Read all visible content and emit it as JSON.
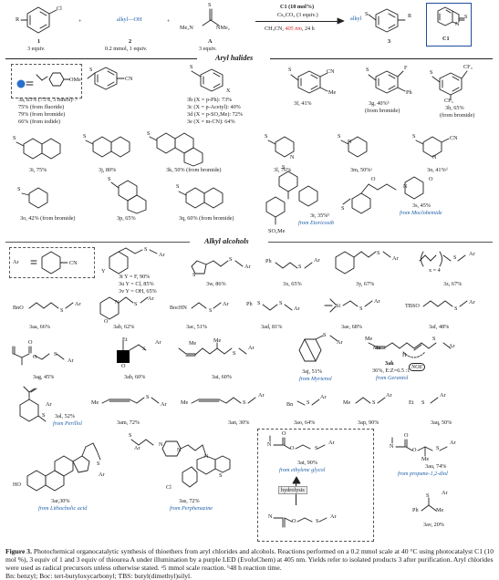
{
  "scheme": {
    "reactant1_num": "1",
    "reactant1_equiv": "3 equiv.",
    "reactant1_cl": "Cl",
    "reactant1_r": "R",
    "plus1": "+",
    "reactant2_text": "alkyl—OH",
    "reactant2_num": "2",
    "reactant2_amount": "0.2 mmol, 1 equiv.",
    "plus2": "+",
    "reactantA_num": "A",
    "reactantA_equiv": "3 equiv.",
    "reactantA_s": "S",
    "reactantA_left": "Me₂N",
    "reactantA_right": "NMe₂",
    "cond_line1": "C1 (10 mol%)",
    "cond_line2": "Cs₂CO₃ (3 equiv.)",
    "cond_line3a": "CH₃CN, ",
    "cond_line3b": "405 nm",
    "cond_line3c": ", 24 h",
    "product_alkyl": "alkyl",
    "product_s": "S",
    "product_r": "R",
    "product_num": "3",
    "catalyst_num": "C1",
    "catalyst_s": "S",
    "catalyst_n": "N"
  },
  "headers": {
    "aryl_halides": "Aryl halides",
    "alkyl_alcohols": "Alkyl alcohols"
  },
  "aryl_entries": {
    "e3a_1": "3a, 83% (75%, 5 mmol)ᵃ˒ᵇ",
    "e3a_2": "75% (from fluoride)",
    "e3a_3": "79% (from bromide)",
    "e3a_4": "66% (from iodide)",
    "e3b": "3b (X = p-Ph): 73%",
    "e3c": "3c (X = p-Acetyl): 40%",
    "e3d": "3d (X = p-SO₂Me): 72%",
    "e3e": "3e (X = m-CN): 64%",
    "e3f": "3f, 41%",
    "e3g_1": "3g, 40%ᵇ",
    "e3g_2": "(from bromide)",
    "e3h_1": "3h, 65%",
    "e3h_2": "(from bromide)",
    "e3i": "3i, 75%",
    "e3j": "3j, 80%",
    "e3k": "3k, 50% (from bromide)",
    "e3l": "3l, 76%",
    "e3m": "3m, 50%ᵃ",
    "e3n": "3n, 41%ᵈ",
    "e3o": "3o, 42% (from bromide)",
    "e3p": "3p, 65%",
    "e3q": "3q, 60% (from bromide)",
    "e3r_1": "3r, 35%ᵇ",
    "e3r_2": "from Etoricoxib",
    "e3s_1": "3s, 45%",
    "e3s_2": "from Moclobemide",
    "x_label": "X",
    "ome_label": "OMe",
    "cn_label": "CN",
    "me_label": "Me",
    "f_label": "F",
    "ph_label": "Ph",
    "cf3_label": "CF₃",
    "so2me_label": "SO₂Me",
    "s_label": "S",
    "n_label": "N",
    "o_label": "O",
    "r_label": "R",
    "cl_label": "Cl"
  },
  "alkyl_entries": {
    "e3t": "3t Y = F, 90%",
    "e3u": "3u Y = Cl, 85%",
    "e3v": "3v Y = OH, 65%",
    "e3w": "3w, 86%",
    "e3x": "3x, 65%",
    "e3y": "3y, 67%",
    "e3z": "3z, 67%",
    "x4": "x = 4",
    "e3aa": "3aa, 66%",
    "e3ab": "3ab, 62%",
    "e3ac": "3ac, 51%",
    "e3ad": "3ad, 81%",
    "e3ae": "3ae, 68%",
    "e3af": "3af, 48%",
    "e3ag": "3ag, 45%",
    "e3ah": "3ah, 60%",
    "e3ai": "3ai, 60%",
    "e3aj_1": "3aj, 51%",
    "e3aj_2": "from Myrtenol",
    "e3ak_1": "3ak",
    "e3ak_2": "36%, E:Z=6.5 :1",
    "e3ak_3": "from Geraniol",
    "noe": "NOE",
    "e3al_1": "3al, 52%",
    "e3al_2": "from Perillol",
    "e3am": "3am, 72%",
    "e3an": "3an, 30%",
    "e3ao": "3ao, 64%",
    "e3ap": "3ap, 90%",
    "e3aq": "3aq, 50%",
    "e3ar_1": "3ar,30%",
    "e3ar_2": "from Lithocholic acid",
    "e3as_1": "3as, 72%",
    "e3as_2": "from Perphenazine",
    "e3at_1": "3at, 90%",
    "e3at_2": "from ethylene glycol",
    "hydrolysis": "hydrolysis",
    "e3au_1": "3au, 74%",
    "e3au_2": "from propane-1,2-diol",
    "e3av": "3av, 20%",
    "ar": "Ar",
    "y": "Y",
    "bn": "Bn",
    "bnO": "BnO",
    "bocHN": "BocHN",
    "ph": "Ph",
    "tbso": "TBSO",
    "me": "Me",
    "et": "Et",
    "si": "Si",
    "h": "H",
    "ho": "HO",
    "n": "N",
    "o": "O",
    "s": "S",
    "cl": "Cl"
  },
  "caption": {
    "label": "Figure 3.",
    "text": " Photochemical organocatalytic synthesis of thioethers from aryl chlorides and alcohols. Reactions performed on a 0.2 mmol scale at 40 °C using photocatalyst C1 (10 mol %), 3 equiv of 1 and 3 equiv of thiourea A under illumination by a purple LED (EvoluChem) at 405 nm. Yields refer to isolated products 3 after purification. Aryl chlorides were used as radical precursors unless otherwise stated. ᵃ5 mmol scale reaction. ᵇ48 h reaction time.",
    "line2": "Bn: benzyl; Boc: tert-butyloxycarbonyl; TBS: butyl(dimethyl)silyl."
  },
  "colors": {
    "accent_blue": "#1f5fa8",
    "accent_red": "#d21f1f",
    "ink": "#1a1a1a"
  }
}
